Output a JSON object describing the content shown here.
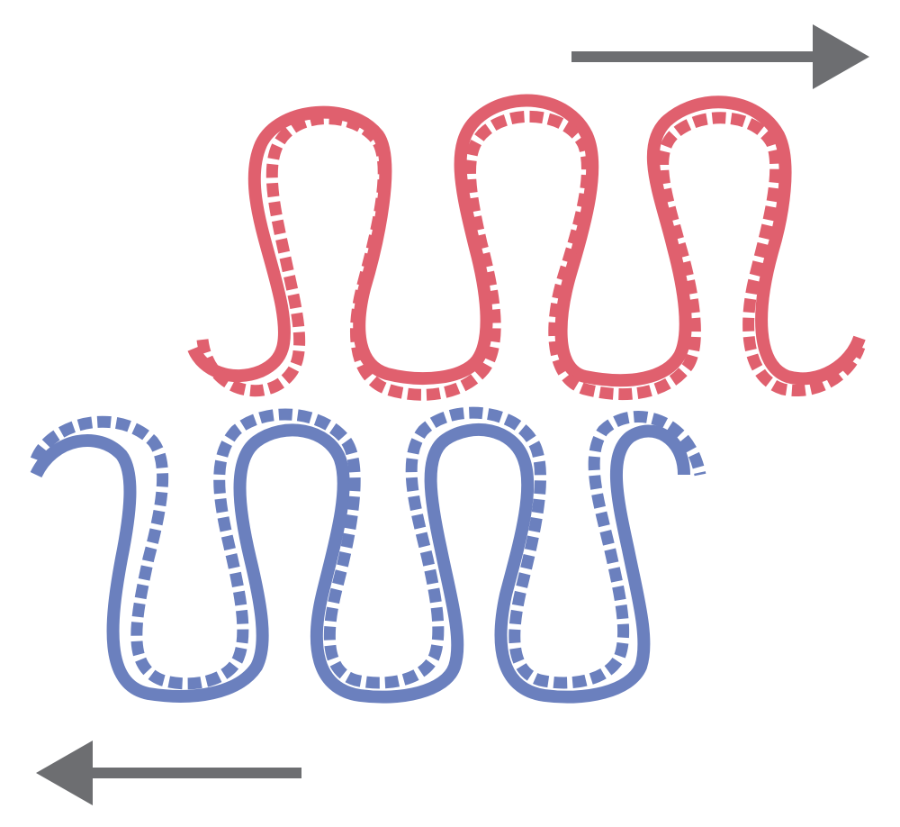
{
  "diagram": {
    "strands": [
      {
        "name": "top-strand",
        "color": "#e0606e",
        "direction": "right"
      },
      {
        "name": "bottom-strand",
        "color": "#6b80be",
        "direction": "left"
      }
    ],
    "arrows": [
      {
        "name": "arrow-right-icon",
        "direction": "right",
        "color": "#6d6e71"
      },
      {
        "name": "arrow-left-icon",
        "direction": "left",
        "color": "#6d6e71"
      }
    ],
    "background": "#ffffff"
  }
}
